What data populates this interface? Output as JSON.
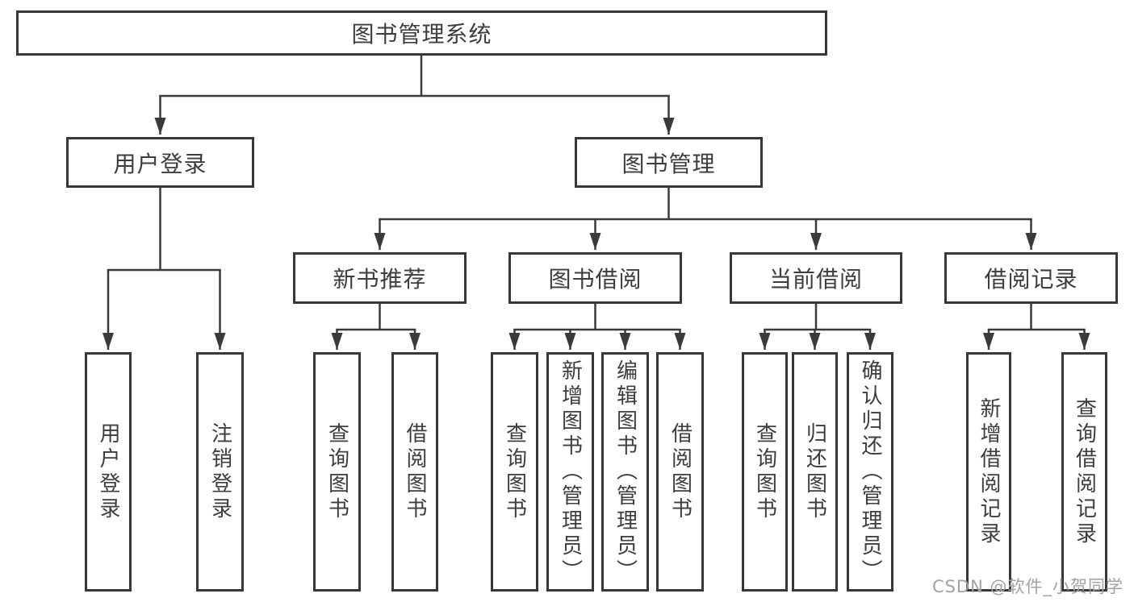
{
  "diagram": {
    "type": "tree",
    "line_color": "#3a3a3a",
    "text_color": "#3d3d3d",
    "background": "#ffffff",
    "watermark": "CSDN @软件_小贺同学",
    "nodes": {
      "root": {
        "label": "图书管理系统"
      },
      "user_login": {
        "label": "用户登录"
      },
      "book_mgmt": {
        "label": "图书管理"
      },
      "new_book_rec": {
        "label": "新书推荐"
      },
      "book_borrow": {
        "label": "图书借阅"
      },
      "current_borrow": {
        "label": "当前借阅"
      },
      "borrow_records": {
        "label": "借阅记录"
      },
      "leaf_user_login": {
        "label": "用户登录"
      },
      "leaf_logout": {
        "label": "注销登录"
      },
      "leaf_query_books_rec": {
        "label": "查询图书"
      },
      "leaf_borrow_books_rec": {
        "label": "借阅图书"
      },
      "leaf_query_books_borrow": {
        "label": "查询图书"
      },
      "leaf_add_books_admin": {
        "label": "新增图书（管理员）"
      },
      "leaf_edit_books_admin": {
        "label": "编辑图书（管理员）"
      },
      "leaf_borrow_books_borrow": {
        "label": "借阅图书"
      },
      "leaf_query_books_current": {
        "label": "查询图书"
      },
      "leaf_return_books": {
        "label": "归还图书"
      },
      "leaf_confirm_return_admin": {
        "label": "确认归还（管理员）"
      },
      "leaf_add_borrow_record": {
        "label": "新增借阅记录"
      },
      "leaf_query_borrow_record": {
        "label": "查询借阅记录"
      }
    },
    "hierarchy": {
      "图书管理系统": {
        "用户登录": [
          "用户登录",
          "注销登录"
        ],
        "图书管理": {
          "新书推荐": [
            "查询图书",
            "借阅图书"
          ],
          "图书借阅": [
            "查询图书",
            "新增图书（管理员）",
            "编辑图书（管理员）",
            "借阅图书"
          ],
          "当前借阅": [
            "查询图书",
            "归还图书",
            "确认归还（管理员）"
          ],
          "借阅记录": [
            "新增借阅记录",
            "查询借阅记录"
          ]
        }
      }
    }
  }
}
